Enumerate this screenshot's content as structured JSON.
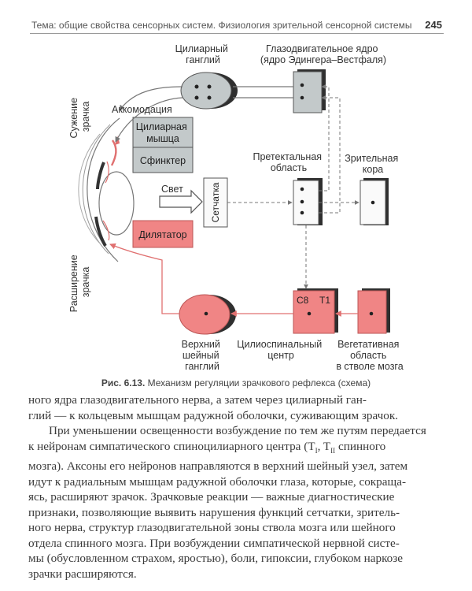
{
  "header": {
    "running_title": "Тема: общие свойства сенсорных систем. Физиология зрительной сенсорной системы",
    "page_number": "245"
  },
  "figure": {
    "labels": {
      "ciliary_ganglion": [
        "Цилиарный",
        "ганглий"
      ],
      "oculomotor_nucleus": [
        "Глазодвигательное ядро",
        "(ядро Эдингера–Вестфаля)"
      ],
      "pupil_constriction": [
        "Сужение",
        "зрачка"
      ],
      "accommodation": "Аккомодация",
      "ciliary_muscle": [
        "Цилиарная",
        "мышца"
      ],
      "sphincter": "Сфинктер",
      "pretectal_area": [
        "Претектальная",
        "область"
      ],
      "visual_cortex": [
        "Зрительная",
        "кора"
      ],
      "light": "Свет",
      "retina": "Сетчатка",
      "dilator": "Дилятатор",
      "pupil_dilation": [
        "Расширение",
        "зрачка"
      ],
      "c8": "C8",
      "t1": "T1",
      "superior_cervical_ganglion": [
        "Верхний",
        "шейный",
        "ганглий"
      ],
      "ciliospinal_center": [
        "Цилиоспинальный",
        "центр"
      ],
      "autonomic_area": [
        "Вегетативная",
        "область",
        "в стволе мозга"
      ]
    },
    "colors": {
      "gray_fill": "#c3c9ca",
      "pink_fill": "#f08585",
      "gray_line": "#888888",
      "pink_line": "#e07070",
      "dark": "#333333"
    }
  },
  "caption": {
    "label": "Рис. 6.13.",
    "text": "Механизм регуляции зрачкового рефлекса (схема)"
  },
  "body": {
    "lines": [
      "ного ядра глазодвигательного нерва, а затем через цилиарный ган-",
      "глий — к кольцевым мышцам радужной оболочки, суживающим зрачок.",
      "При уменьшении освещенности возбуждение по тем же путям передается",
      "к нейронам симпатического спиноцилиарного центра (T",
      "I",
      ", T",
      "II",
      " спинного",
      "мозга). Аксоны его нейронов направляются в верхний шейный узел, затем",
      "идут к радиальным мышцам радужной оболочки глаза, которые, сокраща-",
      "ясь, расширяют зрачок. Зрачковые реакции — важные диагностические",
      "признаки, позволяющие выявить нарушения функций сетчатки, зритель-",
      "ного нерва, структур глазодвигательной зоны ствола мозга или шейного",
      "отдела спинного мозга. При возбуждении симпатической нервной систе-",
      "мы (обусловленном страхом, яростью), боли, гипоксии, глубоком наркозе",
      "зрачки расширяются."
    ]
  }
}
